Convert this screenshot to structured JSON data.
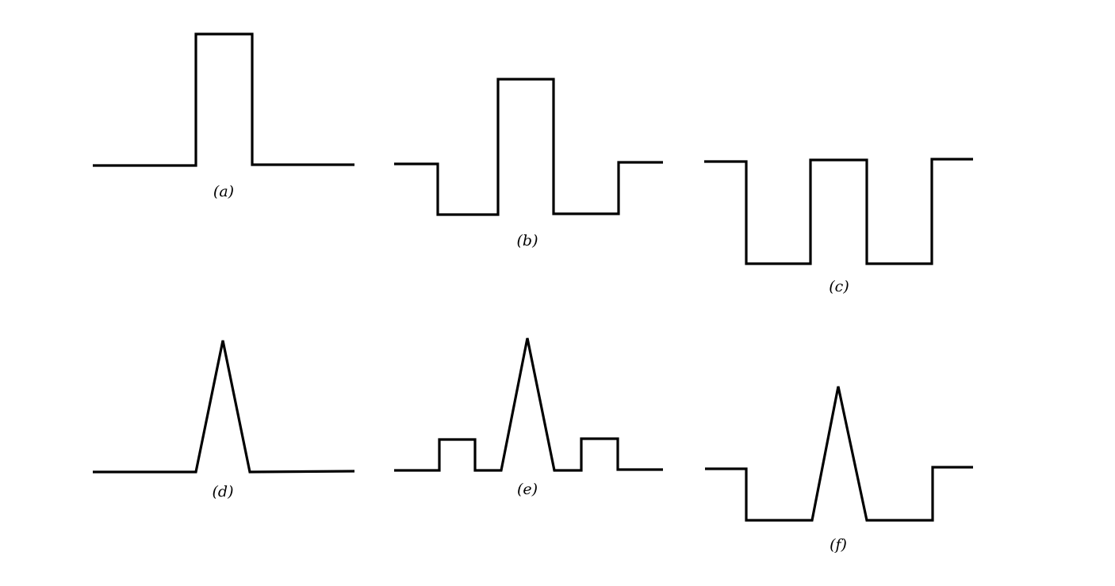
{
  "panels": [
    {
      "id": "a",
      "caption": "(a)",
      "shape": "rectangular pulse"
    },
    {
      "id": "b",
      "caption": "(b)",
      "shape": "rectangular pulse with negative side lobes"
    },
    {
      "id": "c",
      "caption": "(c)",
      "shape": "square wave"
    },
    {
      "id": "d",
      "caption": "(d)",
      "shape": "triangular pulse"
    },
    {
      "id": "e",
      "caption": "(e)",
      "shape": "triangular pulse with positive side pulses"
    },
    {
      "id": "f",
      "caption": "(f)",
      "shape": "triangular pulse on negative pedestal"
    }
  ],
  "colors": {
    "stroke": "#000000",
    "background": "#ffffff"
  }
}
